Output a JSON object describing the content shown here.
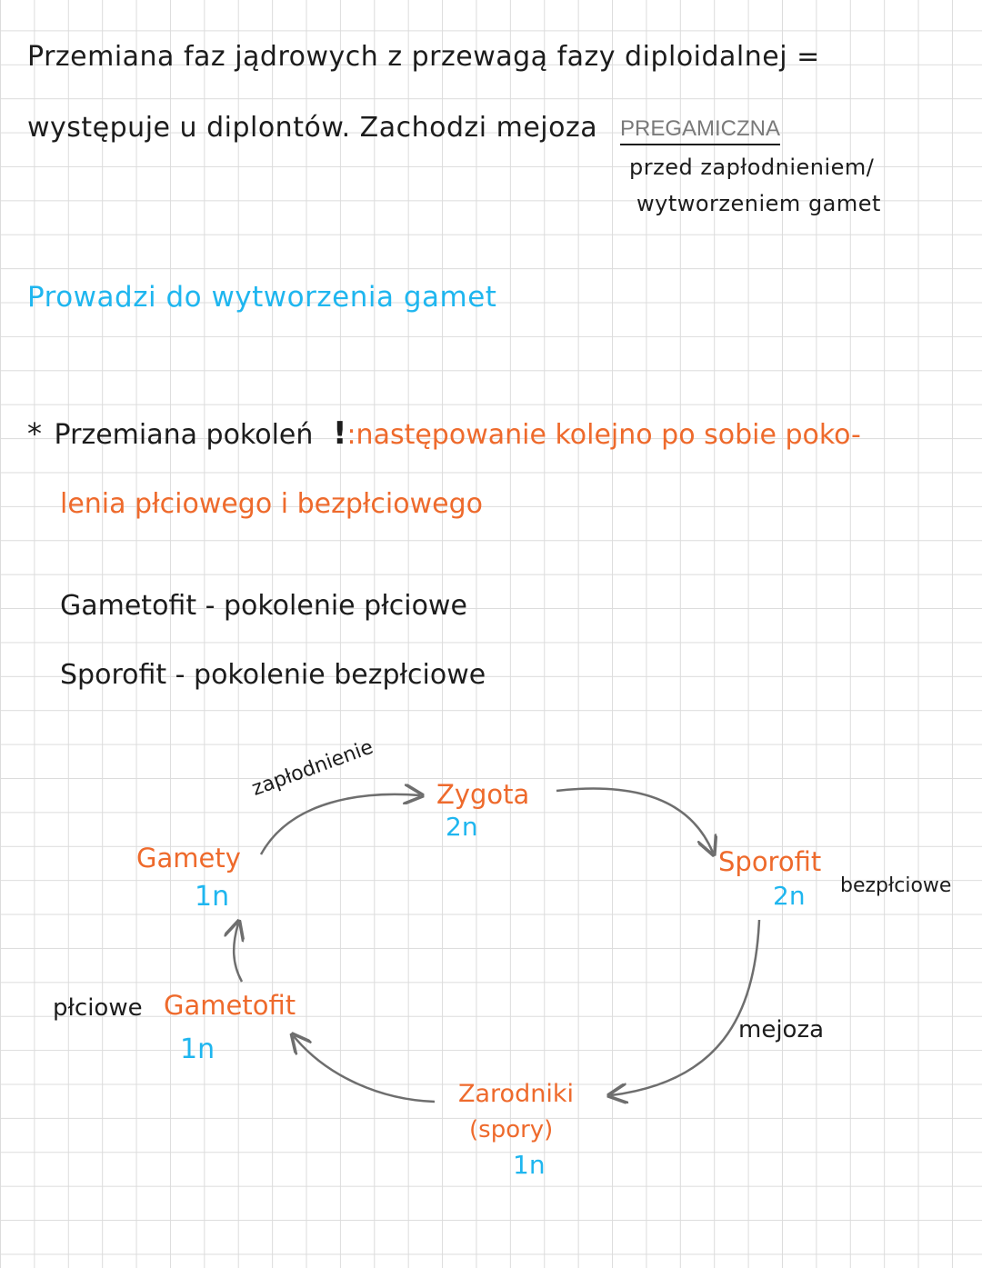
{
  "intro": {
    "line1": "Przemiana faz jądrowych z przewagą fazy diploidalnej =",
    "line2": "występuje u diplontów. Zachodzi mejoza",
    "emphasis": "PREGAMICZNA",
    "note_line1": "przed zapłodnieniem/",
    "note_line2": "wytworzeniem gamet"
  },
  "blue_note": "Prowadzi do wytworzenia gamet",
  "generations": {
    "star": "*",
    "term": "Przemiana pokoleń",
    "mark": "!",
    "definition_line1": ":następowanie kolejno po sobie poko-",
    "definition_line2": "lenia płciowego i bezpłciowego",
    "gametophyte": "Gametofit - pokolenie płciowe",
    "sporophyte": "Sporofit - pokolenie bezpłciowe"
  },
  "cycle": {
    "zygote": {
      "name": "Zygota",
      "ploidy": "2n"
    },
    "sporophyte": {
      "name": "Sporofit",
      "ploidy": "2n",
      "type": "bezpłciowe"
    },
    "spores": {
      "name": "Zarodniki",
      "sub": "(spory)",
      "ploidy": "1n"
    },
    "gametophyte": {
      "name": "Gametofit",
      "ploidy": "1n",
      "type": "płciowe"
    },
    "gametes": {
      "name": "Gamety",
      "ploidy": "1n"
    },
    "fertilization": "zapłodnienie",
    "meiosis": "mejoza"
  },
  "colors": {
    "ink": "#1c1c1c",
    "blue": "#1fb6ef",
    "orange": "#ee6a2c",
    "arrow": "#6e6e6e"
  }
}
